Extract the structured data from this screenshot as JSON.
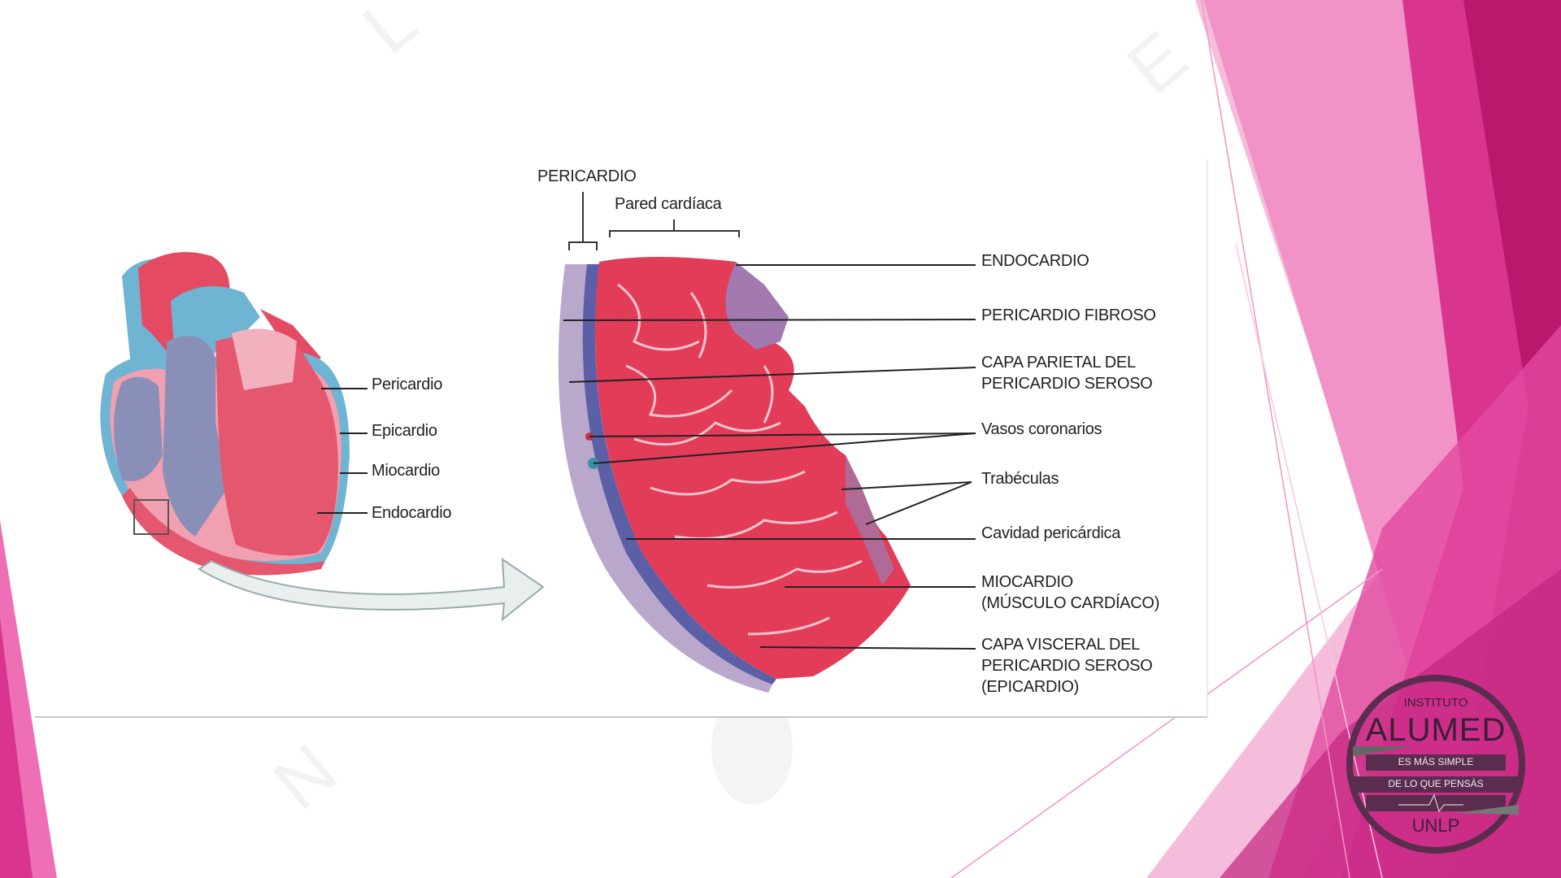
{
  "slide": {
    "diagram": {
      "heart_labels": [
        "Pericardio",
        "Epicardio",
        "Miocardio",
        "Endocardio"
      ],
      "top_labels": {
        "pericardio": "PERICARDIO",
        "pared": "Pared cardíaca"
      },
      "wall_labels": [
        {
          "lines": [
            "ENDOCARDIO"
          ]
        },
        {
          "lines": [
            "PERICARDIO FIBROSO"
          ]
        },
        {
          "lines": [
            "CAPA PARIETAL DEL",
            "PERICARDIO SEROSO"
          ]
        },
        {
          "lines": [
            "Vasos coronarios"
          ]
        },
        {
          "lines": [
            "Trabéculas"
          ]
        },
        {
          "lines": [
            "Cavidad pericárdica"
          ]
        },
        {
          "lines": [
            "MIOCARDIO",
            "(MÚSCULO CARDÍACO)"
          ]
        },
        {
          "lines": [
            "CAPA VISCERAL DEL",
            "PERICARDIO SEROSO",
            "(EPICARDIO)"
          ]
        }
      ]
    },
    "logo": {
      "top": "INSTITUTO",
      "name": "ALUMED",
      "tagline_1": "ES MÁS SIMPLE",
      "tagline_2": "DE LO QUE PENSÁS",
      "bottom": "UNLP"
    },
    "colors": {
      "accent": "#c2207a",
      "pink_light": "#f193c7",
      "muscle": "#e0405a",
      "logo_dark": "#5a2d4e"
    }
  }
}
